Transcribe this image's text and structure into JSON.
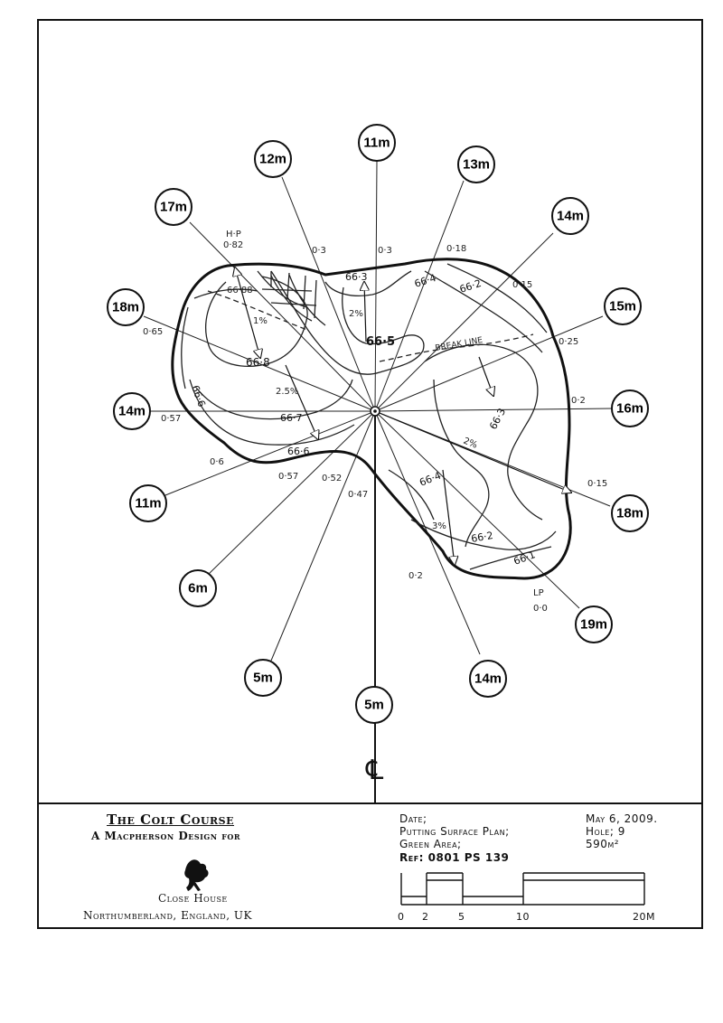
{
  "title_block": {
    "course_name": "The Colt Course",
    "designer_line": "A Macpherson Design for",
    "client_name": "Close House",
    "location": "Northumberland, England, UK",
    "date_label": "Date;",
    "date_value": "May 6, 2009.",
    "plan_label": "Putting Surface Plan;",
    "hole_value": "Hole; 9",
    "area_label": "Green Area;",
    "area_value": "590m²",
    "ref": "Ref: 0801 PS 139",
    "scale_ticks": [
      "0",
      "2",
      "5",
      "10",
      "20m"
    ]
  },
  "distance_markers": [
    {
      "id": "n",
      "label": "11m"
    },
    {
      "id": "nnw",
      "label": "12m"
    },
    {
      "id": "nne",
      "label": "13m"
    },
    {
      "id": "nw",
      "label": "17m"
    },
    {
      "id": "ne",
      "label": "14m"
    },
    {
      "id": "wnw",
      "label": "18m"
    },
    {
      "id": "ene",
      "label": "15m"
    },
    {
      "id": "w",
      "label": "14m"
    },
    {
      "id": "e",
      "label": "16m"
    },
    {
      "id": "wsw",
      "label": "11m"
    },
    {
      "id": "ese",
      "label": "18m"
    },
    {
      "id": "sw",
      "label": "6m"
    },
    {
      "id": "se",
      "label": "19m"
    },
    {
      "id": "ssw",
      "label": "5m"
    },
    {
      "id": "sse",
      "label": "14m"
    },
    {
      "id": "s",
      "label": "5m"
    }
  ],
  "edge_heights": {
    "hp_label": "H·P",
    "hp_value": "0·82",
    "n1": "0·3",
    "n2": "0·3",
    "n3": "0·18",
    "ne": "0·15",
    "e1": "0·25",
    "e2": "0·2",
    "e3": "0·15",
    "wnw": "0·65",
    "w": "0·57",
    "sw1": "0·6",
    "sw2": "0·57",
    "sw3": "0·52",
    "s": "0·47",
    "se": "0·2",
    "lp_label": "LP",
    "lp_value": "0·0"
  },
  "contours": {
    "c663": "66·3",
    "c664a": "66·4",
    "c662a": "66·2",
    "c6688": "66·88",
    "c668": "66·8",
    "c665": "66·5",
    "c666a": "66·6",
    "c667": "66·7",
    "c666b": "66·6",
    "c663b": "66·3",
    "c664b": "66·4",
    "c662b": "66·2",
    "c661": "66·1"
  },
  "slopes": {
    "s1": "1%",
    "s2": "2%",
    "s3": "2.5%",
    "s4": "2%",
    "s5": "3%"
  },
  "annotations": {
    "break_line": "Break Line",
    "centerline": "℄"
  }
}
